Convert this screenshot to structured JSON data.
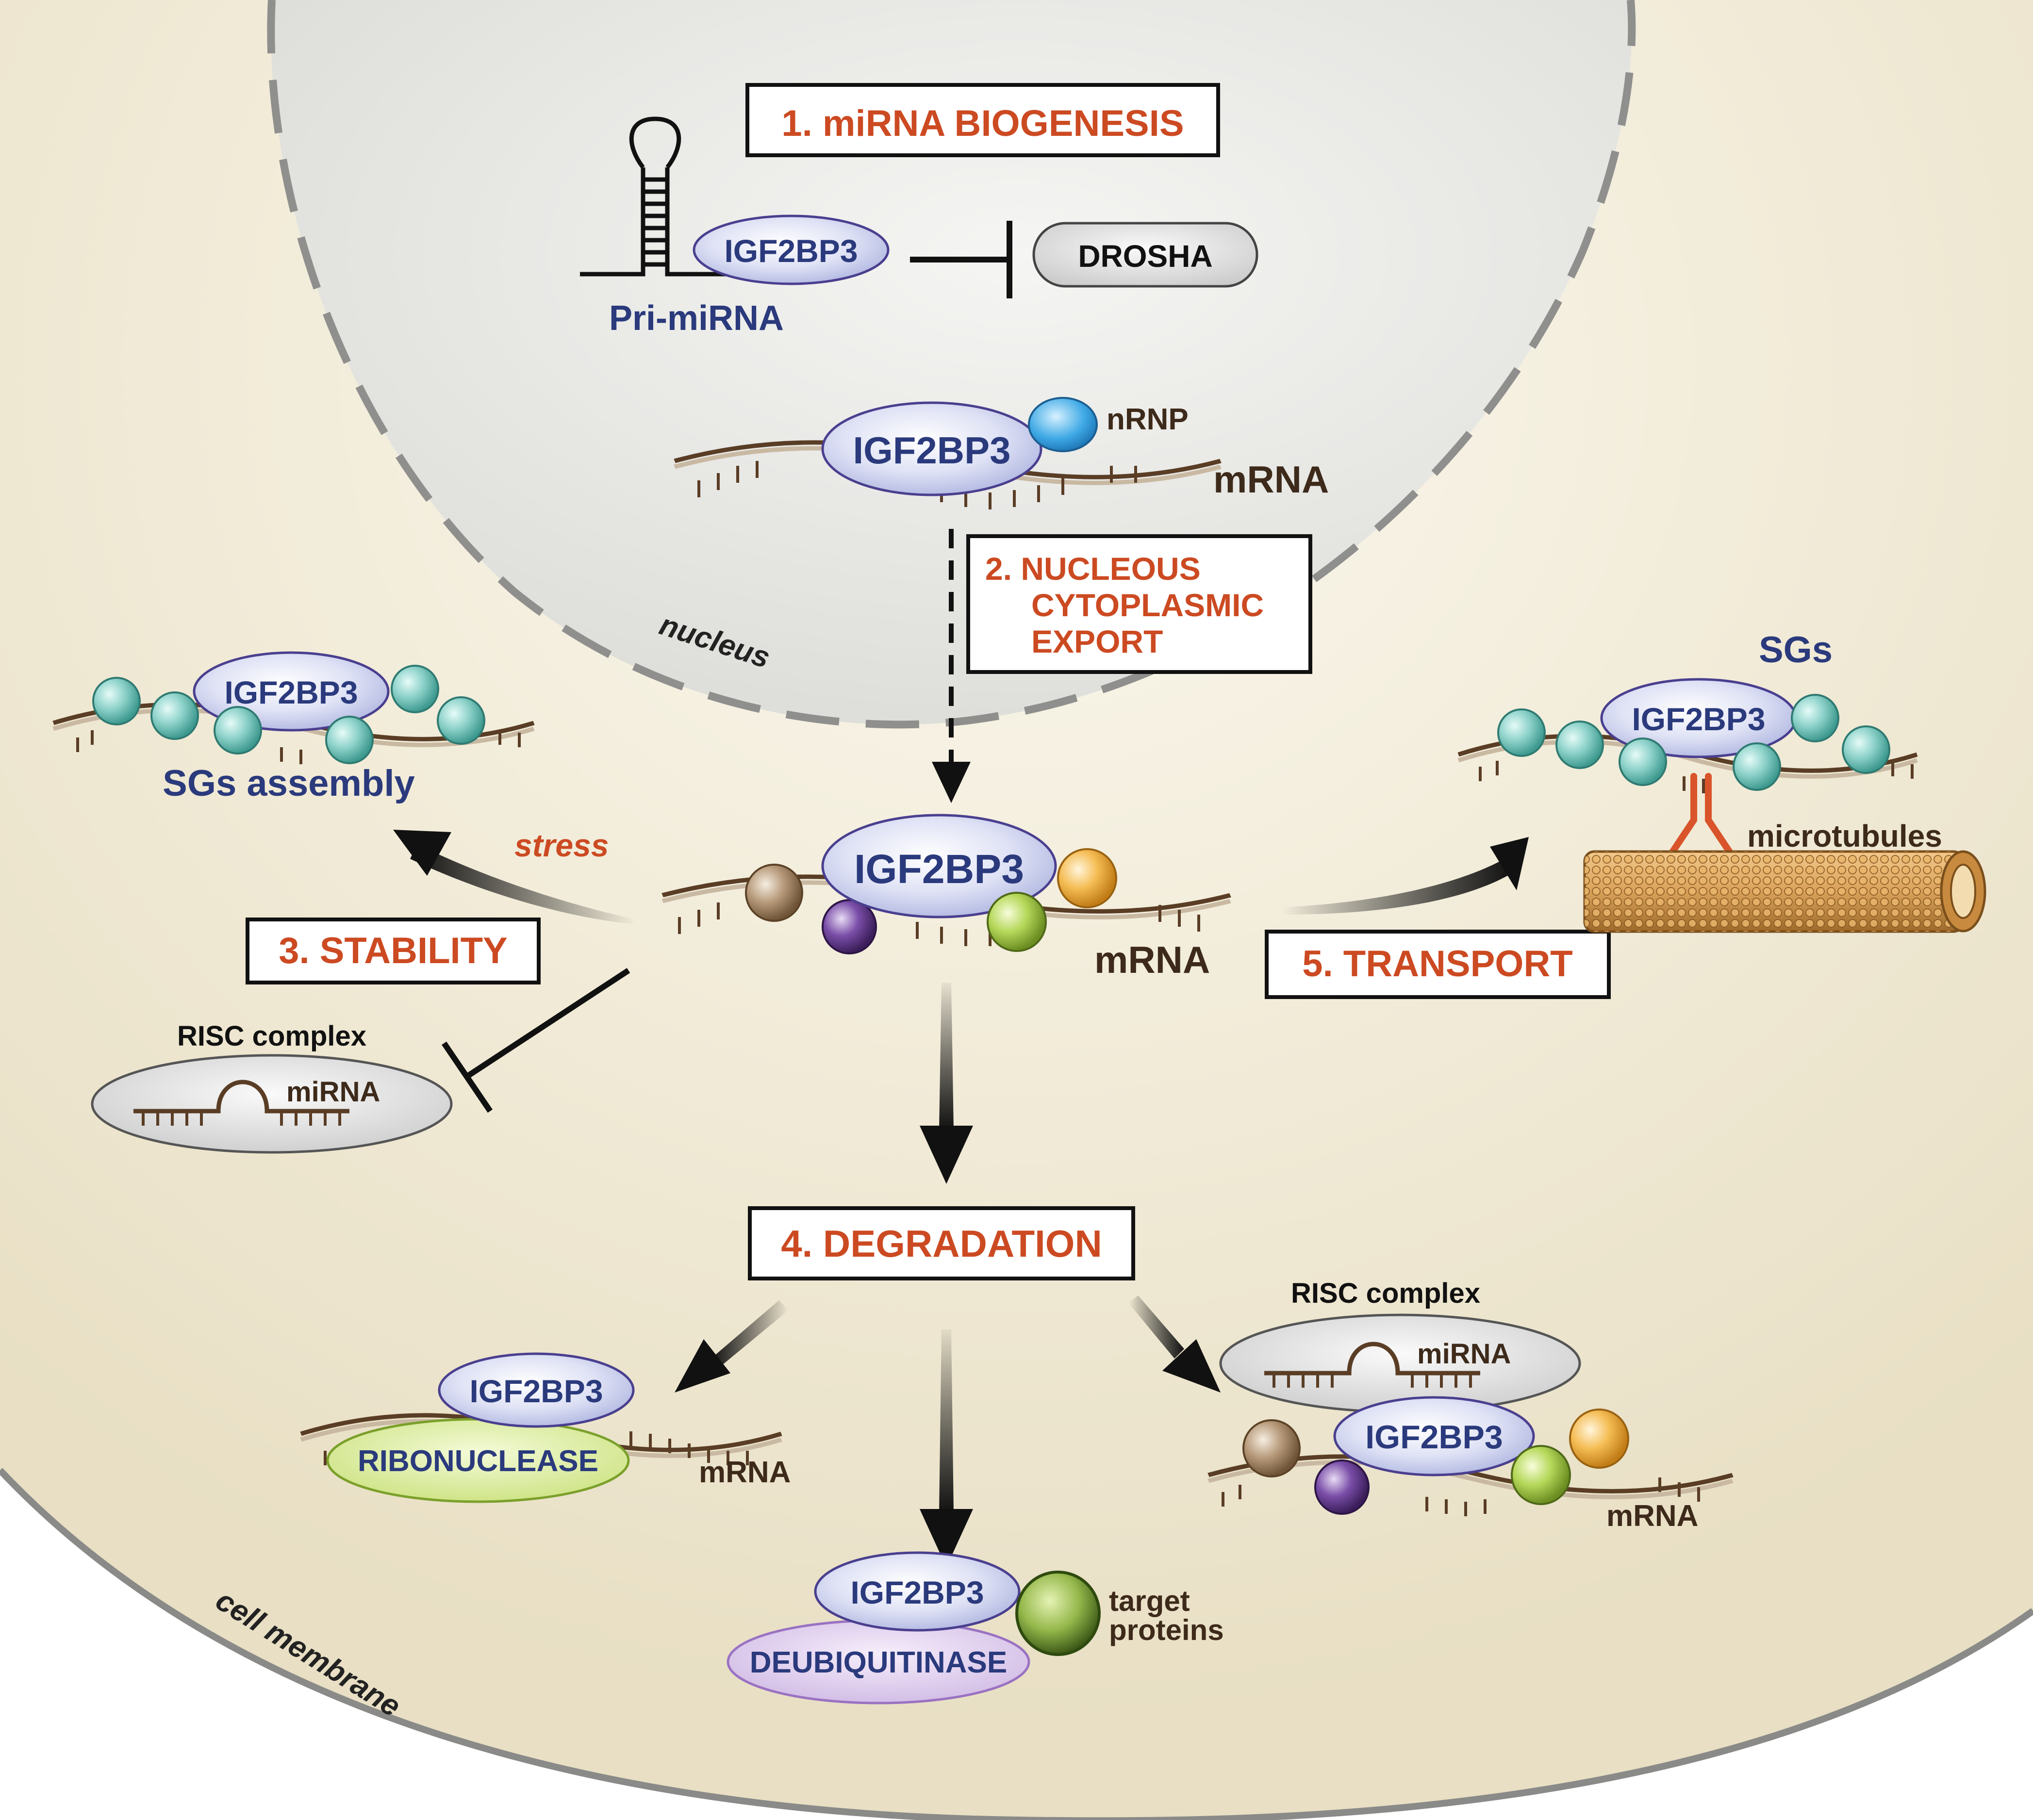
{
  "colors": {
    "cytoplasm": "#efe8d3",
    "nucleus": "#e6e6e2",
    "membrane": "#8a8a88",
    "step_label": "#cc4a22",
    "protein_label": "#2a3a7c",
    "rna_strand": "#5a3d25"
  },
  "compartments": {
    "nucleus": "nucleus",
    "cell_membrane": "cell membrane"
  },
  "steps": {
    "biogenesis": "1. miRNA BIOGENESIS",
    "export_line1": "2. NUCLEOUS",
    "export_line2": "CYTOPLASMIC",
    "export_line3": "EXPORT",
    "stability": "3. STABILITY",
    "degradation": "4. DEGRADATION",
    "transport": "5. TRANSPORT"
  },
  "labels": {
    "igf2bp3": "IGF2BP3",
    "pri_mirna": "Pri-miRNA",
    "drosha": "DROSHA",
    "nrnp": "nRNP",
    "mrna": "mRNA",
    "sgs_assembly": "SGs assembly",
    "sgs": "SGs",
    "stress": "stress",
    "microtubules": "microtubules",
    "risc_complex": "RISC complex",
    "mirna": "miRNA",
    "ribonuclease": "RIBONUCLEASE",
    "deubiquitinase": "DEUBIQUITINASE",
    "target_line1": "target",
    "target_line2": "proteins"
  }
}
